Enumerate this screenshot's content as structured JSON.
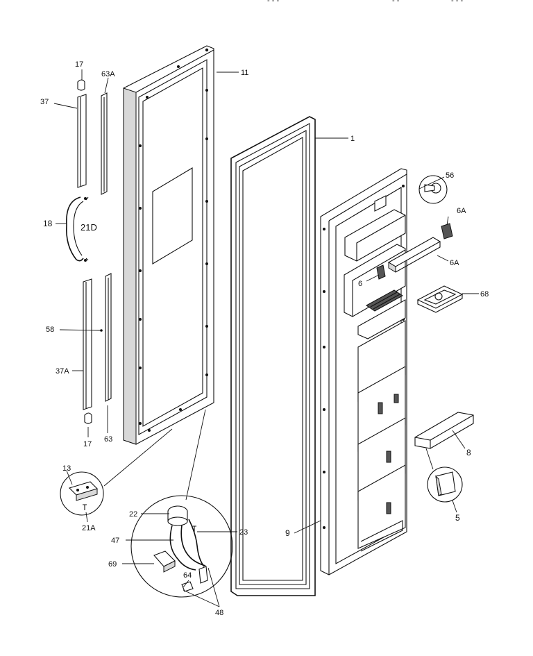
{
  "diagram": {
    "header_fragments": [
      "- - -",
      "- -",
      "- - -"
    ],
    "labels": {
      "p17_top": "17",
      "p63A": "63A",
      "p11": "11",
      "p37": "37",
      "p1": "1",
      "p56": "56",
      "p18": "18",
      "p21D": "21D",
      "p6A_top": "6A",
      "p6A_mid": "6A",
      "p6": "6",
      "p68": "68",
      "p58": "58",
      "p37A": "37A",
      "p17_bot": "17",
      "p63": "63",
      "p8": "8",
      "p13": "13",
      "p5": "5",
      "p22": "22",
      "p23": "23",
      "p9": "9",
      "p47": "47",
      "p69": "69",
      "p64": "64",
      "p21A": "21A",
      "p48": "48"
    }
  }
}
